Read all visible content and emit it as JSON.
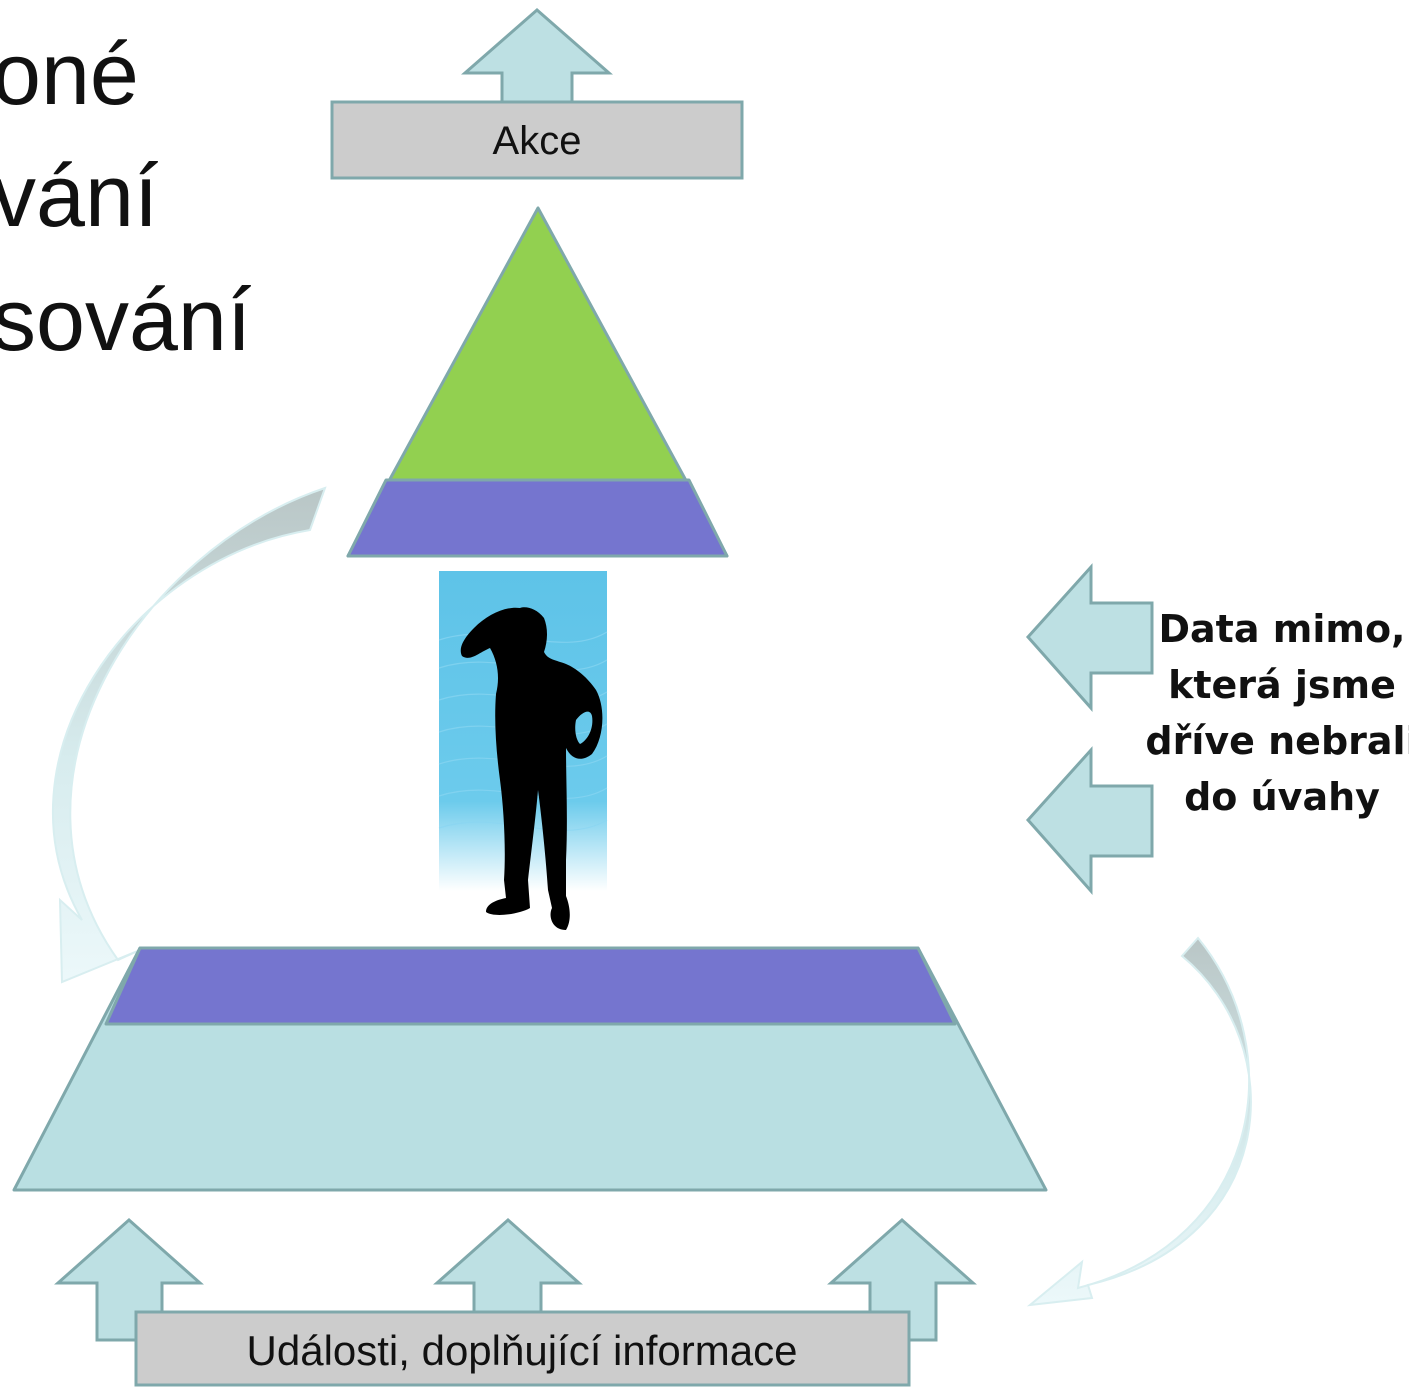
{
  "title_lines": [
    "oné",
    "vání",
    "sování"
  ],
  "action_box": {
    "label": "Akce"
  },
  "bottom_box": {
    "label": "Události, doplňující informace"
  },
  "side_note": {
    "lines": [
      "Data mimo,",
      "která jsme",
      "dříve nebrali",
      "do úvahy"
    ]
  },
  "colors": {
    "arrow_fill": "#bde0e3",
    "arrow_stroke": "#7fa8ab",
    "box_fill": "#cccccc",
    "box_stroke": "#7fa8ab",
    "apex_green": "#92d050",
    "band_purple": "#7575cf",
    "base_fill": "#b9dfe2",
    "figure_background": "#5ec3e8"
  },
  "icons": {
    "person": "thinking-person-silhouette-icon",
    "up_arrow": "up-arrow-icon",
    "left_arrow": "left-arrow-icon",
    "curved_arrow": "curved-arrow-icon"
  }
}
